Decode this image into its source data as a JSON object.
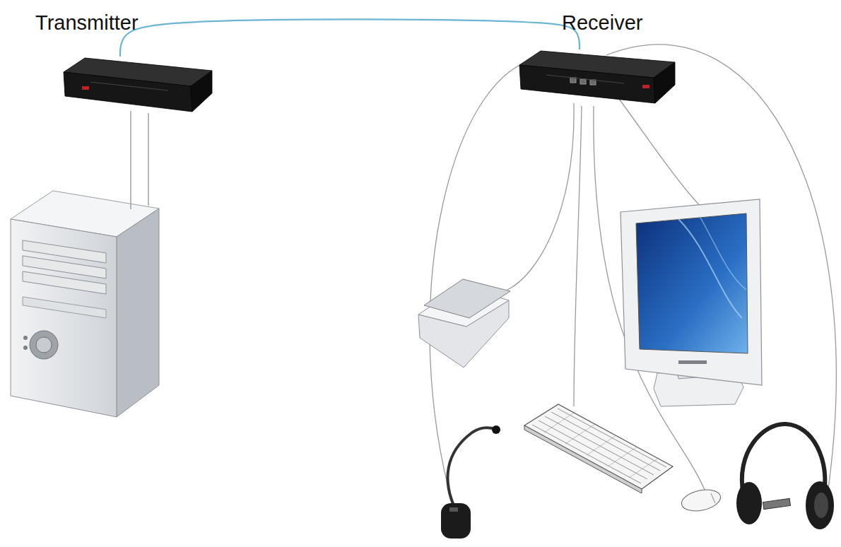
{
  "diagram": {
    "nodes": [
      {
        "text": [
          "Transmitter"
        ]
      },
      {
        "text": [
          "Receiver"
        ]
      }
    ],
    "edges": [
      {
        "from": 0,
        "to": 1,
        "arrow": "none"
      }
    ]
  }
}
